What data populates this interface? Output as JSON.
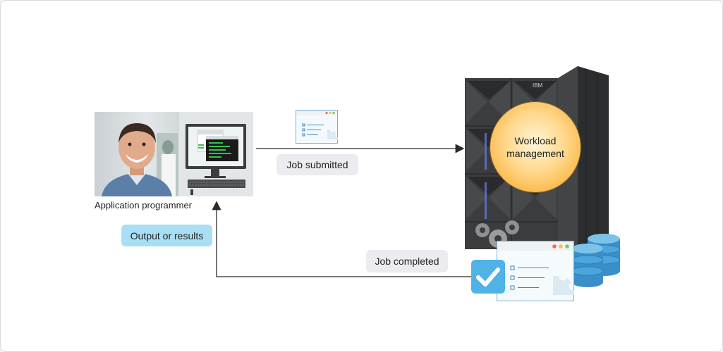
{
  "labels": {
    "programmer": "Application programmer",
    "job_submitted": "Job submitted",
    "job_completed": "Job completed",
    "output": "Output or results",
    "workload_line1": "Workload",
    "workload_line2": "management",
    "server_logo": "IBM"
  },
  "colors": {
    "job_pill": "#ececf0",
    "output_pill": "#a9dff5",
    "arrow": "#2b2b2b",
    "orb_center": "#fff0c8",
    "orb_edge": "#f6a21a",
    "server": "#3a3b3d",
    "check_box": "#4fb3e8",
    "database": "#4aa6db"
  },
  "icons": [
    "programmer-photo",
    "computer-monitor-icon",
    "job-document-icon",
    "mainframe-server",
    "gears-icon",
    "result-document-icon",
    "checkmark-icon",
    "database-icon"
  ]
}
